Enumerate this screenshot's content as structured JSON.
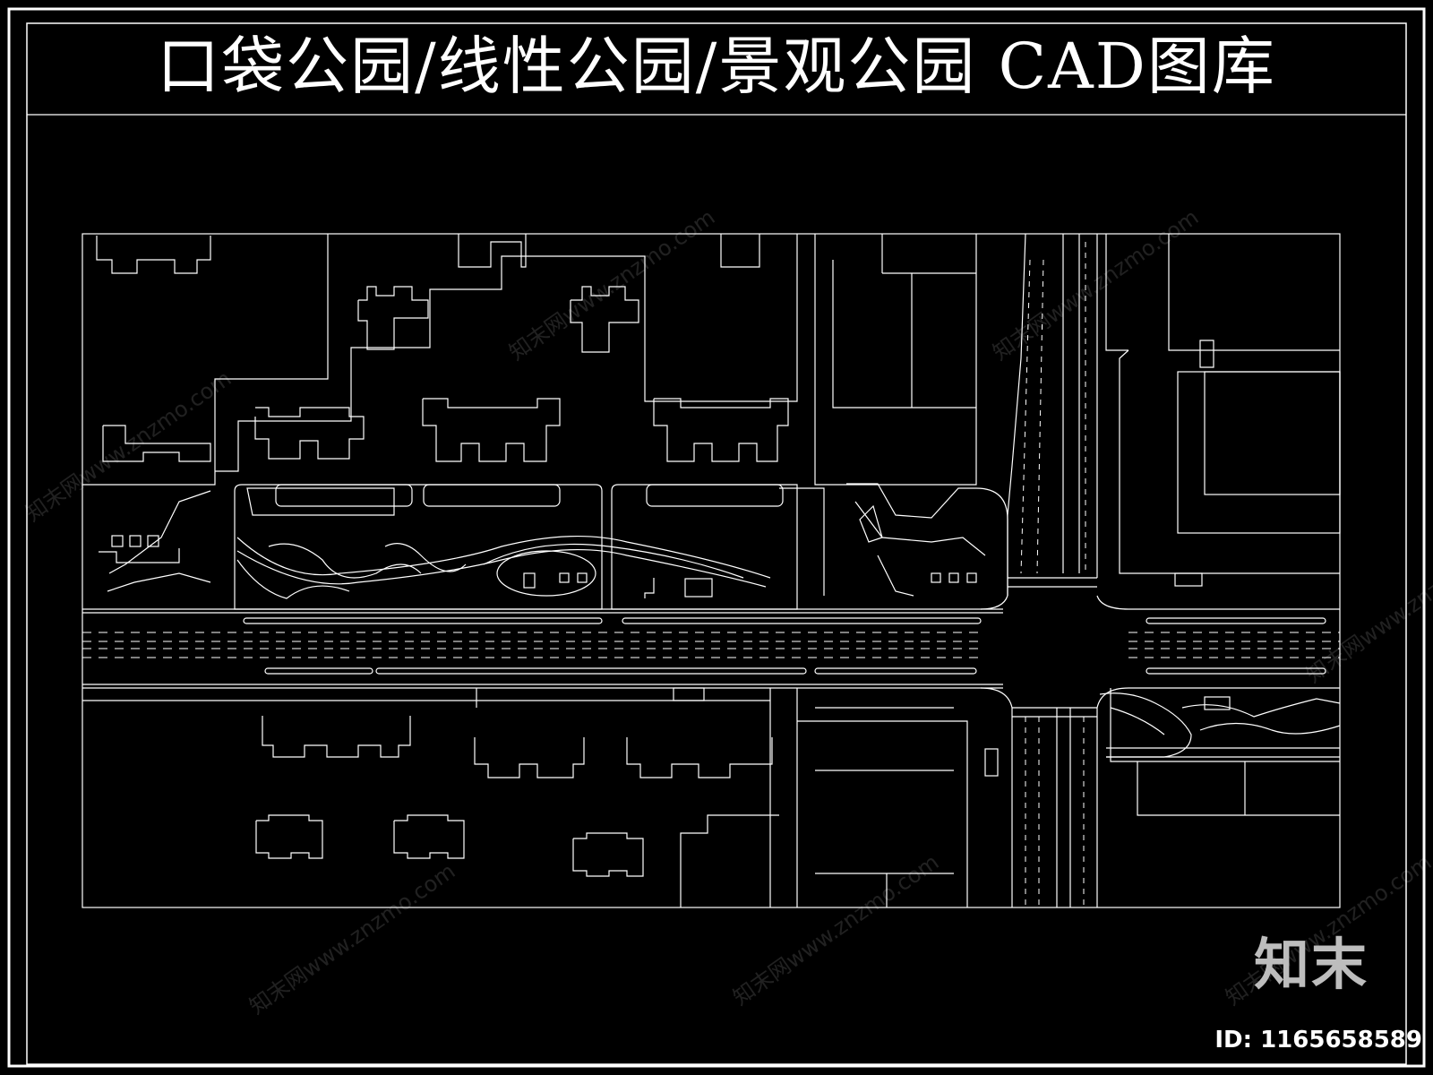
{
  "header": {
    "title": "口袋公园/线性公园/景观公园 CAD图库"
  },
  "brand": {
    "logo_text": "知末",
    "id_label": "ID: 1165658589"
  },
  "watermark": {
    "text": "知末网www.znzmo.com"
  },
  "colors": {
    "background": "#000000",
    "line": "#ffffff",
    "watermark": "#ffffff"
  }
}
